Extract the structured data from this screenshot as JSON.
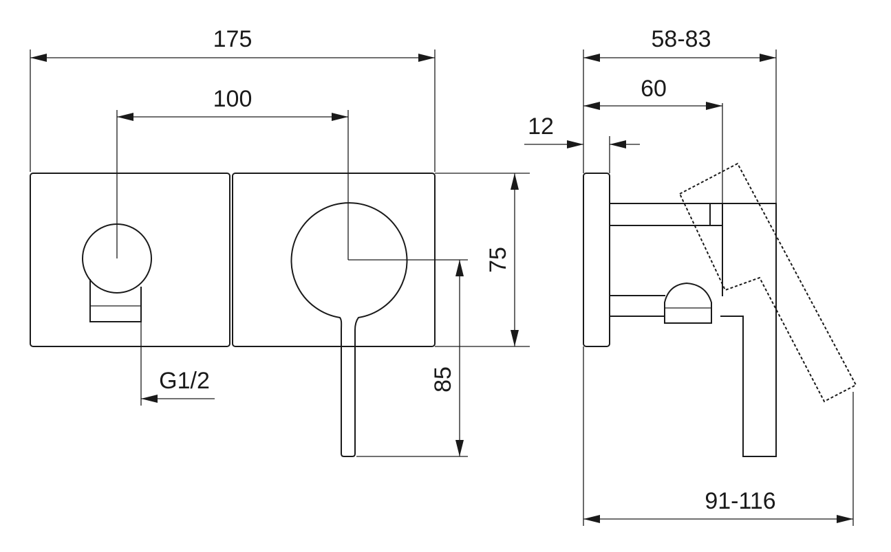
{
  "dimensions": {
    "overall_width": "175",
    "center_distance": "100",
    "plate_height": "75",
    "lever_drop": "85",
    "thread": "G1/2",
    "projection_range": "58-83",
    "body_depth": "60",
    "plate_thickness": "12",
    "max_depth_range": "91-116"
  }
}
